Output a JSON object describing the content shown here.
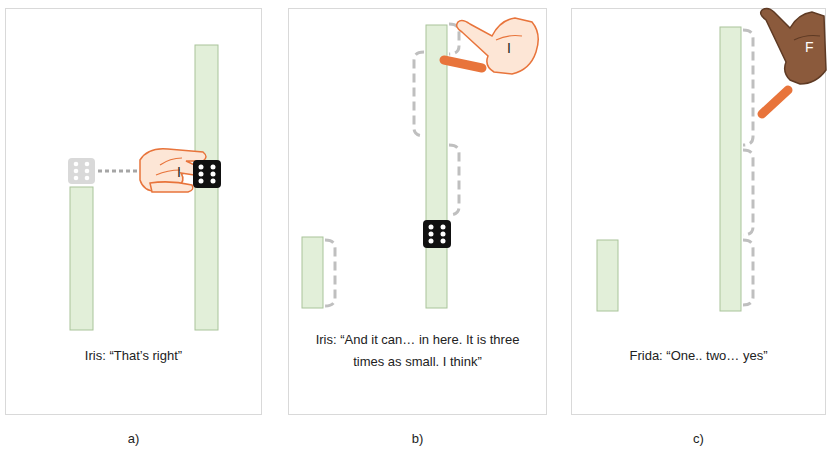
{
  "diagram": {
    "nodes": [
      {
        "text": [
          "Iris: “That’s right”",
          "a)"
        ]
      },
      {
        "text": [
          "Iris: “And it can… in here. It is three times as small. I think”",
          "b)"
        ]
      },
      {
        "text": [
          "Frida: “One.. two… yes”",
          "c)"
        ]
      }
    ],
    "labels": [
      "I",
      "I",
      "F"
    ]
  }
}
